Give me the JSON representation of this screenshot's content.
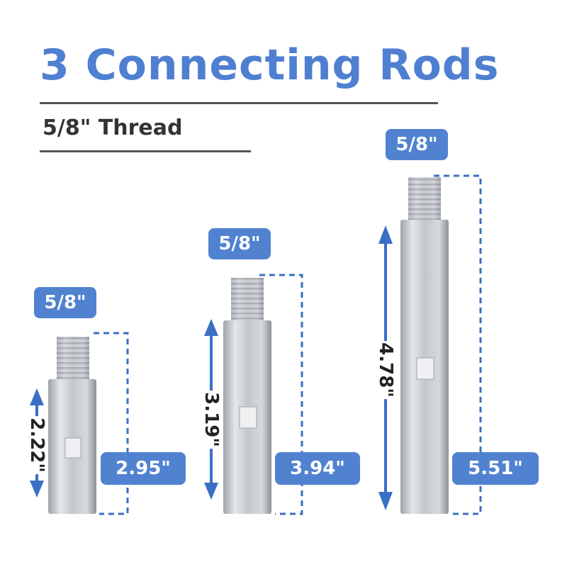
{
  "title": "3 Connecting Rods",
  "subtitle": "5/8\" Thread",
  "rods": [
    {
      "thread": "5/8\"",
      "body_length": "2.22\"",
      "total_length": "2.95\""
    },
    {
      "thread": "5/8\"",
      "body_length": "3.19\"",
      "total_length": "3.94\""
    },
    {
      "thread": "5/8\"",
      "body_length": "4.78\"",
      "total_length": "5.51\""
    }
  ],
  "colors": {
    "accent": "#5082d0",
    "title": "#4f7fd0",
    "text": "#222222",
    "rod": "#b8bcc2"
  }
}
